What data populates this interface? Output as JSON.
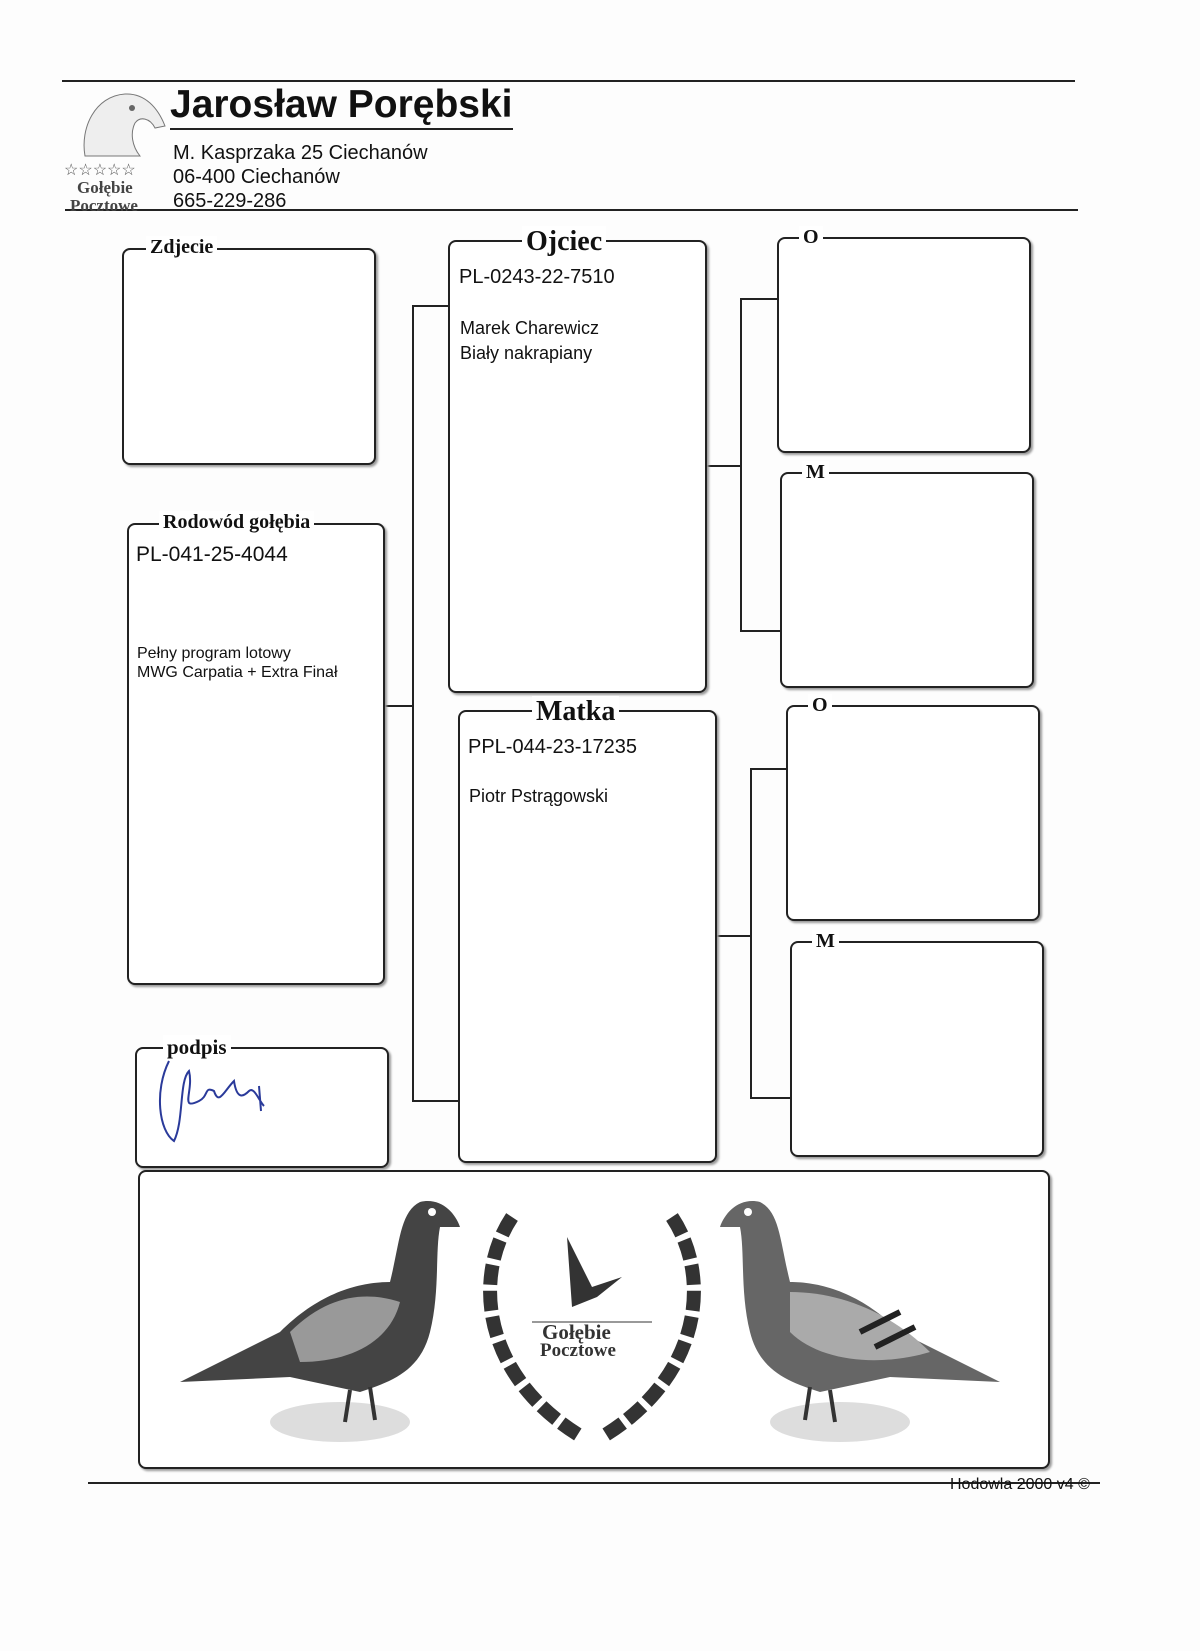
{
  "header": {
    "name": "Jarosław Porębski",
    "address": "M. Kasprzaka 25 Ciechanów",
    "city": "06-400 Ciechanów",
    "phone": "665-229-286",
    "logo_stars": "☆☆☆☆☆",
    "logo_line1": "Gołębie",
    "logo_line2": "Pocztowe"
  },
  "photo": {
    "label": "Zdjecie"
  },
  "pigeon": {
    "label": "Rodowód gołębia",
    "ring": "PL-041-25-4044",
    "note1": "Pełny program lotowy",
    "note2": "MWG Carpatia + Extra Finał"
  },
  "signature": {
    "label": "podpis",
    "signed_name": "Porębski"
  },
  "father": {
    "label": "Ojciec",
    "ring": "PL-0243-22-7510",
    "breeder": "Marek Charewicz",
    "color": "Biały nakrapiany"
  },
  "mother": {
    "label": "Matka",
    "ring": "PPL-044-23-17235",
    "breeder": "Piotr Pstrągowski"
  },
  "grandparents": {
    "o1": "O",
    "m1": "M",
    "o2": "O",
    "m2": "M"
  },
  "emblem": {
    "line1": "Gołębie",
    "line2": "Pocztowe"
  },
  "footer": {
    "text": "Hodowla 2000 v4 ©"
  }
}
